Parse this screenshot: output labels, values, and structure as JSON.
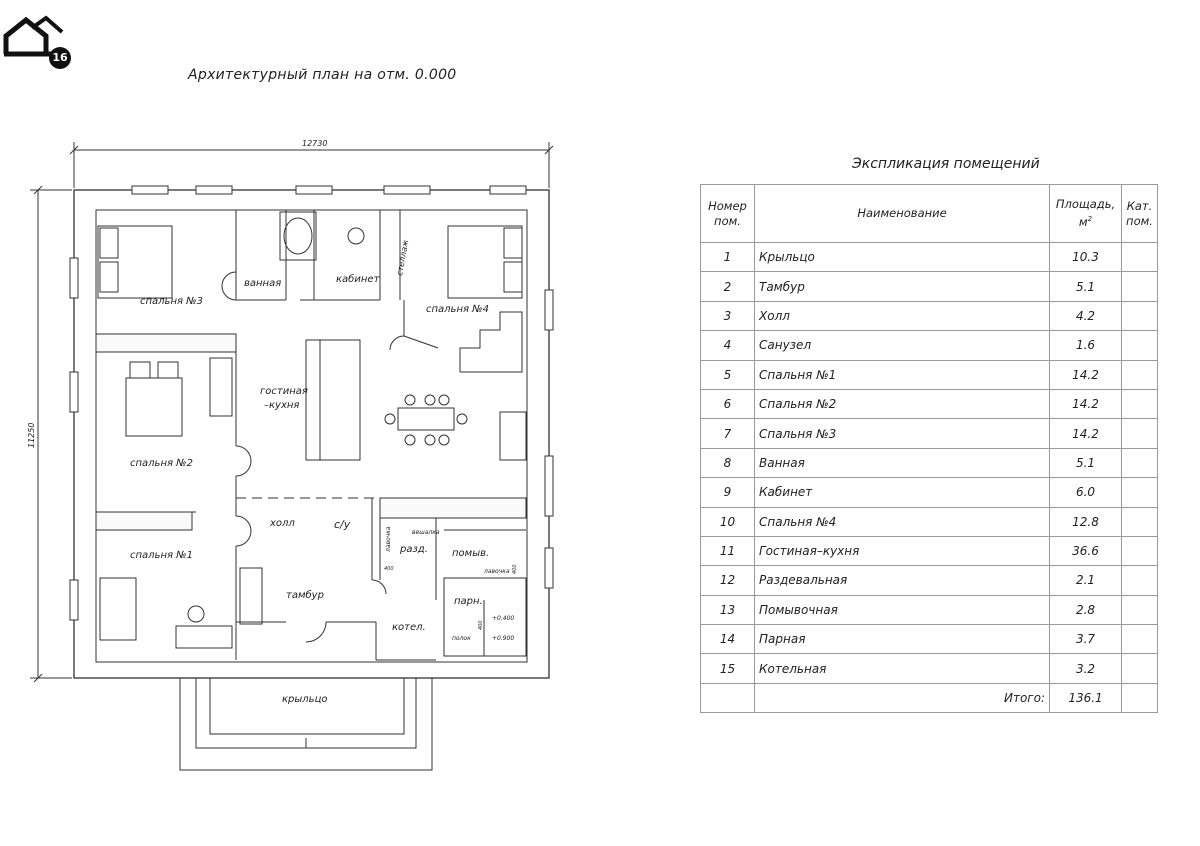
{
  "logo": {
    "badge": "16",
    "icon": "house-logo-icon"
  },
  "plan": {
    "title": "Архитектурный план на отм. 0.000",
    "dim_width": "12730",
    "dim_height": "11250",
    "rooms": {
      "bedroom3": "спальня №3",
      "bathroom": "ванная",
      "study": "кабинет",
      "rack": "стеллаж",
      "bedroom4": "спальня №4",
      "living1": "гостиная",
      "living2": "–кухня",
      "bedroom2": "спальня №2",
      "hall": "холл",
      "wc": "с/у",
      "dressing": "разд.",
      "washing": "помыв.",
      "bench1": "лавочка",
      "bench2": "лавочка",
      "hanger": "вешалка",
      "bedroom1": "спальня №1",
      "vestibule": "тамбур",
      "steam": "парн.",
      "boiler": "котел.",
      "shelf": "полок",
      "porch": "крыльцо",
      "lvl1": "+0.400",
      "lvl2": "+0.900",
      "lvl3": "400",
      "lvl4": "400",
      "lvl5": "400"
    }
  },
  "explication": {
    "title": "Экспликация помещений",
    "headers": {
      "num": [
        "Номер",
        "пом."
      ],
      "name": "Наименование",
      "area": [
        "Площадь,",
        "м"
      ],
      "area_sup": "2",
      "cat": [
        "Кат.",
        "пом."
      ]
    },
    "rows": [
      {
        "num": "1",
        "name": "Крыльцо",
        "area": "10.3"
      },
      {
        "num": "2",
        "name": "Тамбур",
        "area": "5.1"
      },
      {
        "num": "3",
        "name": "Холл",
        "area": "4.2"
      },
      {
        "num": "4",
        "name": "Санузел",
        "area": "1.6"
      },
      {
        "num": "5",
        "name": "Спальня №1",
        "area": "14.2"
      },
      {
        "num": "6",
        "name": "Спальня №2",
        "area": "14.2"
      },
      {
        "num": "7",
        "name": "Спальня №3",
        "area": "14.2"
      },
      {
        "num": "8",
        "name": "Ванная",
        "area": "5.1"
      },
      {
        "num": "9",
        "name": "Кабинет",
        "area": "6.0"
      },
      {
        "num": "10",
        "name": "Спальня №4",
        "area": "12.8"
      },
      {
        "num": "11",
        "name": "Гостиная–кухня",
        "area": "36.6"
      },
      {
        "num": "12",
        "name": "Раздевальная",
        "area": "2.1"
      },
      {
        "num": "13",
        "name": "Помывочная",
        "area": "2.8"
      },
      {
        "num": "14",
        "name": "Парная",
        "area": "3.7"
      },
      {
        "num": "15",
        "name": "Котельная",
        "area": "3.2"
      }
    ],
    "total_label": "Итого:",
    "total_value": "136.1"
  }
}
